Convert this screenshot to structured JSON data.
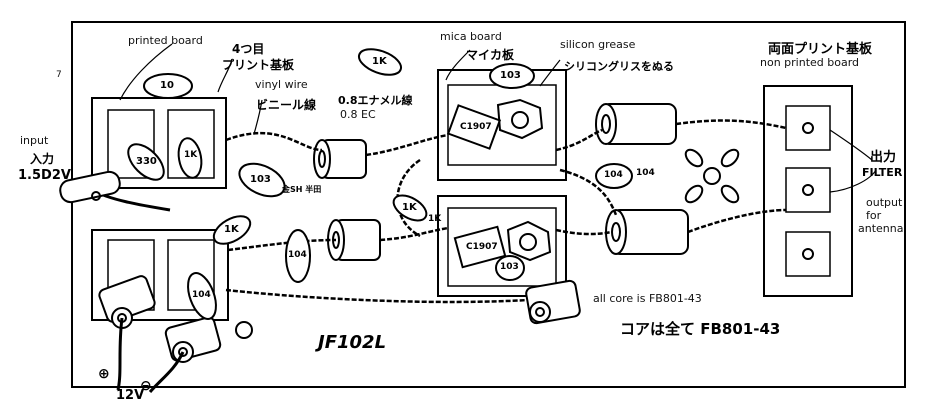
{
  "labels": {
    "printed_board": "printed board",
    "board4_jp_line1": "4つ目",
    "board4_jp_line2": "プリント基板",
    "vinyl_wire": "vinyl wire",
    "vinyl_jp": "ビニール線",
    "enamel_jp": "0.8エナメル線",
    "enamel_en": "0.8 EC",
    "mica_board": "mica board",
    "mica_jp": "マイカ板",
    "silicon_grease": "silicon grease",
    "silicon_jp": "シリコングリスをぬる",
    "double_sided_jp": "両面プリント基板",
    "non_printed_board": "non printed board",
    "input_en": "input",
    "input_jp": "入力",
    "input_cable": "1.5D2V",
    "output_jp": "出力",
    "filter": "FILTER",
    "output_antenna_1": "output",
    "output_antenna_2": "for",
    "output_antenna_3": "antenna",
    "all_core": "all core is FB801-43",
    "core_jp": "コアは全て FB801-43",
    "model": "JF102L",
    "power": "12V",
    "plus": "⊕",
    "minus": "⊖",
    "mark_7": "7"
  },
  "components": {
    "r10": "10",
    "c103_top": "103",
    "r1k_top": "1K",
    "c103_mid": "103",
    "c103_left": "103",
    "r1k_left": "1K",
    "r1k_mid": "1K",
    "c104_a": "104",
    "c104_b": "104",
    "c104_c": "104",
    "c104_d": "104",
    "r330": "330",
    "r1k_center": "1K",
    "solder_jp": "金SH 半田",
    "transistor_top": "C1907",
    "transistor_bottom": "C1907",
    "r1_mid": "1K"
  }
}
